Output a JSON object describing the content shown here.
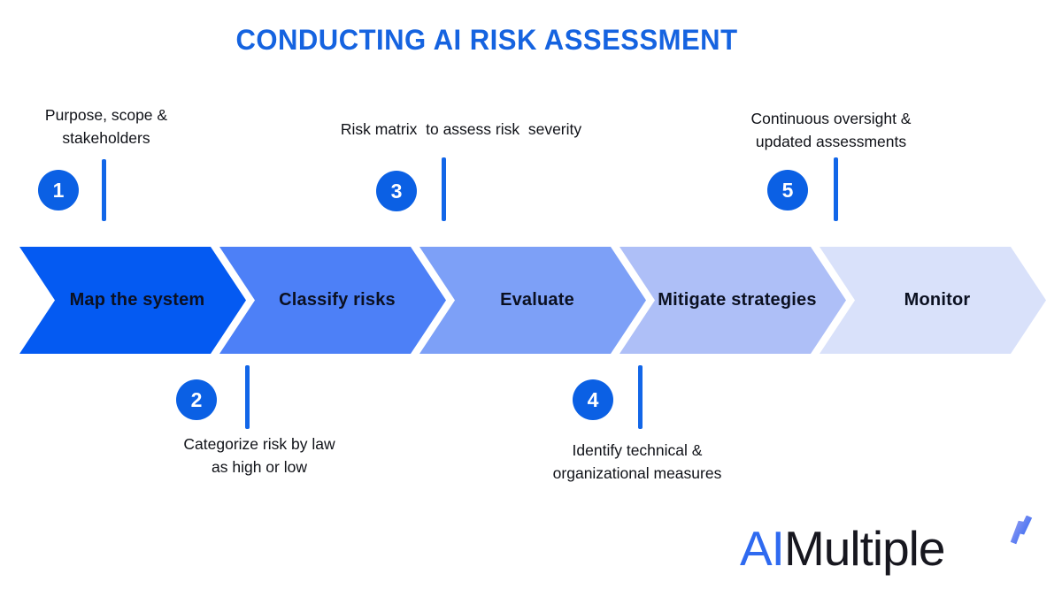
{
  "title": {
    "text": "CONDUCTING AI RISK ASSESSMENT",
    "color": "#1563e0"
  },
  "process": {
    "steps": [
      {
        "number": "1",
        "label": "Map the system",
        "annotation": "Purpose, scope &\nstakeholders",
        "arrow_color": "#045af2",
        "annotation_side": "top"
      },
      {
        "number": "2",
        "label": "Classify risks",
        "annotation": "Categorize risk by law\nas high or low",
        "arrow_color": "#4d80f7",
        "annotation_side": "bottom"
      },
      {
        "number": "3",
        "label": "Evaluate",
        "annotation": "Risk matrix  to assess risk  severity",
        "arrow_color": "#7da0f7",
        "annotation_side": "top"
      },
      {
        "number": "4",
        "label": "Mitigate strategies",
        "annotation": "Identify technical &\norganizational measures",
        "arrow_color": "#aebff7",
        "annotation_side": "bottom"
      },
      {
        "number": "5",
        "label": "Monitor",
        "annotation": "Continuous oversight &\nupdated assessments",
        "arrow_color": "#d9e1fa",
        "annotation_side": "top"
      }
    ],
    "badge_color": "#0b60e4",
    "connector_color": "#1266e8",
    "label_color": "#0b1020"
  },
  "logo": {
    "text_ai": "AI",
    "text_rest": "Multiple",
    "ai_color": "#2f6af0",
    "rest_color": "#17171f",
    "icon": "bolt-n-icon"
  }
}
